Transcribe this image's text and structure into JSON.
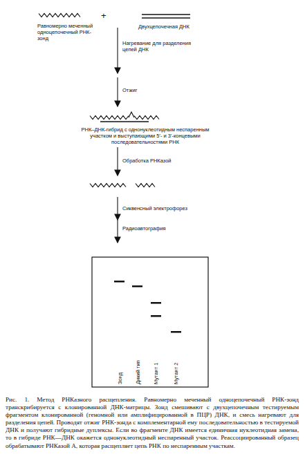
{
  "diagram": {
    "caption": "Рис. 1. Метод РНКазного расщепления. Равномерно меченный одноцепочечный РНК-зонд транскрибируется с клонированной ДНК-матрицы. Зонд смешивают с двухцепочечным тестируемым фрагментом клонированной (геномной или амплифицированной в ПЦР) ДНК, и смесь нагревают для разделения цепей. Проводят отжиг РНК-зонда с комплементарной ему последовательностью в тестируемой ДНК и получают гибридные дуплексы. Если во фрагменте ДНК имеется единичная нуклеотидная замена, то в гибриде РНК—ДНК окажется однонуклеотидный неспаренный участок. Реассоциированный образец обрабатывают РНКазой А, которая расщепляет цепь РНК по неспаренным участкам.",
    "labels": [
      "Равномерно меченный одноцепочечный РНК-зонд",
      "+",
      "Двухцепочечная ДНК",
      "Нагревание для разделения цепей ДНК",
      "Отжиг",
      "РНК–ДНК-гибрид с однонуклеотидным неспаренным участком и выступающими 5'- и 3'-концевыми последовательностями РНК",
      "Обработка РНКазой",
      "Сиквенсный электрофорез",
      "Радиоавтография",
      "Зонд",
      "Дикий тип",
      "Мутант 1",
      "Мутант 2"
    ]
  }
}
